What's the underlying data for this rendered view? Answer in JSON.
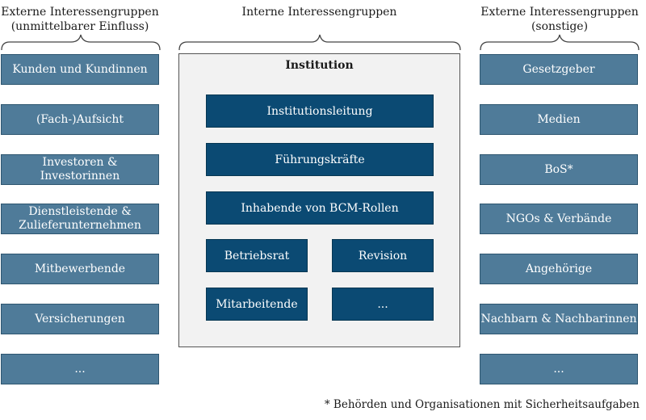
{
  "headers": {
    "left_line1": "Externe Interessengruppen",
    "left_line2": "(unmittelbarer Einfluss)",
    "center": "Interne Interessengruppen",
    "right_line1": "Externe Interessengruppen",
    "right_line2": "(sonstige)"
  },
  "left_boxes": [
    "Kunden und Kundinnen",
    "(Fach-)Aufsicht",
    "Investoren & Investorinnen",
    "Dienstleistende & Zulieferunternehmen",
    "Mitbewerbende",
    "Versicherungen",
    "..."
  ],
  "institution": {
    "title": "Institution",
    "boxes": {
      "leitung": "Institutionsleitung",
      "fuehrung": "Führungskräfte",
      "bcm": "Inhabende von BCM-Rollen",
      "betriebsrat": "Betriebsrat",
      "revision": "Revision",
      "mitarbeitende": "Mitarbeitende",
      "more": "..."
    }
  },
  "right_boxes": [
    "Gesetzgeber",
    "Medien",
    "BoS*",
    "NGOs & Verbände",
    "Angehörige",
    "Nachbarn & Nachbarinnen",
    "..."
  ],
  "footnote": "* Behörden und Organisationen mit Sicherheitsaufgaben",
  "colors": {
    "external_box": "#4f7b99",
    "internal_box": "#0b4a73",
    "institution_bg": "#f2f2f2"
  }
}
